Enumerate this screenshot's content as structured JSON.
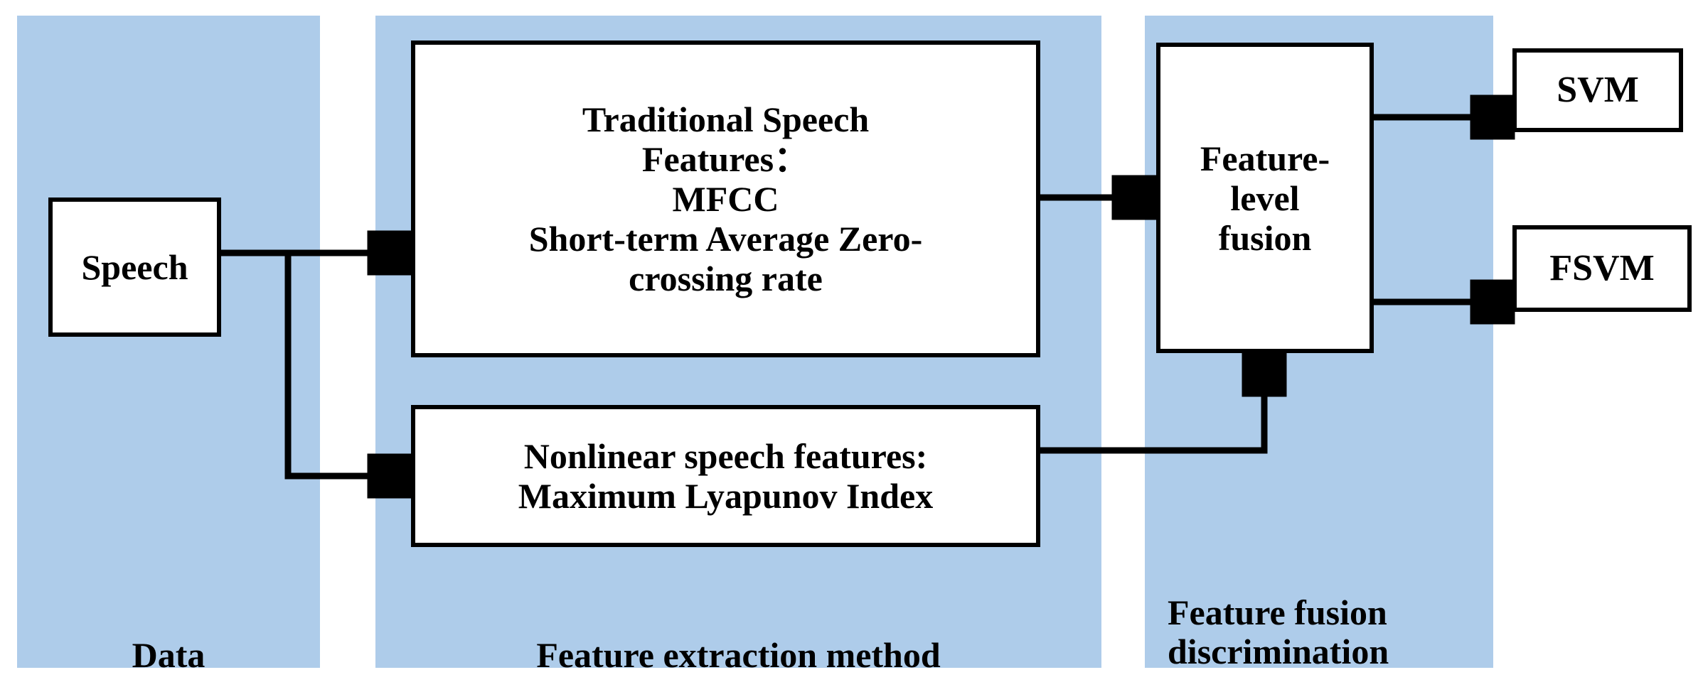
{
  "diagram": {
    "title": "Speech feature extraction and fusion classification flow",
    "background_color": "#ffffff",
    "panel_color": "#aeccea",
    "line_color": "#000000",
    "box_fill": "#ffffff"
  },
  "panels": [
    {
      "id": "data-panel",
      "label": "Data"
    },
    {
      "id": "feature-extraction-panel",
      "label": "Feature extraction method"
    },
    {
      "id": "feature-fusion-panel",
      "label": "Feature fusion\ndiscrimination"
    }
  ],
  "nodes": {
    "speech": {
      "label": "Speech"
    },
    "traditional_features": {
      "label": "Traditional Speech\nFeatures：\nMFCC\nShort-term Average Zero-\ncrossing rate"
    },
    "nonlinear_features": {
      "label": "Nonlinear speech features:\nMaximum Lyapunov Index"
    },
    "feature_level_fusion": {
      "label": "Feature-\nlevel\nfusion"
    },
    "svm": {
      "label": "SVM"
    },
    "fsvm": {
      "label": "FSVM"
    }
  },
  "edges": [
    {
      "id": "speech-to-traditional",
      "from": "speech",
      "to": "traditional_features",
      "arrow": true
    },
    {
      "id": "speech-to-nonlinear",
      "from": "speech",
      "to": "nonlinear_features",
      "arrow": true
    },
    {
      "id": "traditional-to-fusion",
      "from": "traditional_features",
      "to": "feature_level_fusion",
      "arrow": true
    },
    {
      "id": "nonlinear-to-fusion",
      "from": "nonlinear_features",
      "to": "feature_level_fusion",
      "arrow": true
    },
    {
      "id": "fusion-to-svm",
      "from": "feature_level_fusion",
      "to": "svm",
      "arrow": true
    },
    {
      "id": "fusion-to-fsvm",
      "from": "feature_level_fusion",
      "to": "fsvm",
      "arrow": true
    }
  ]
}
